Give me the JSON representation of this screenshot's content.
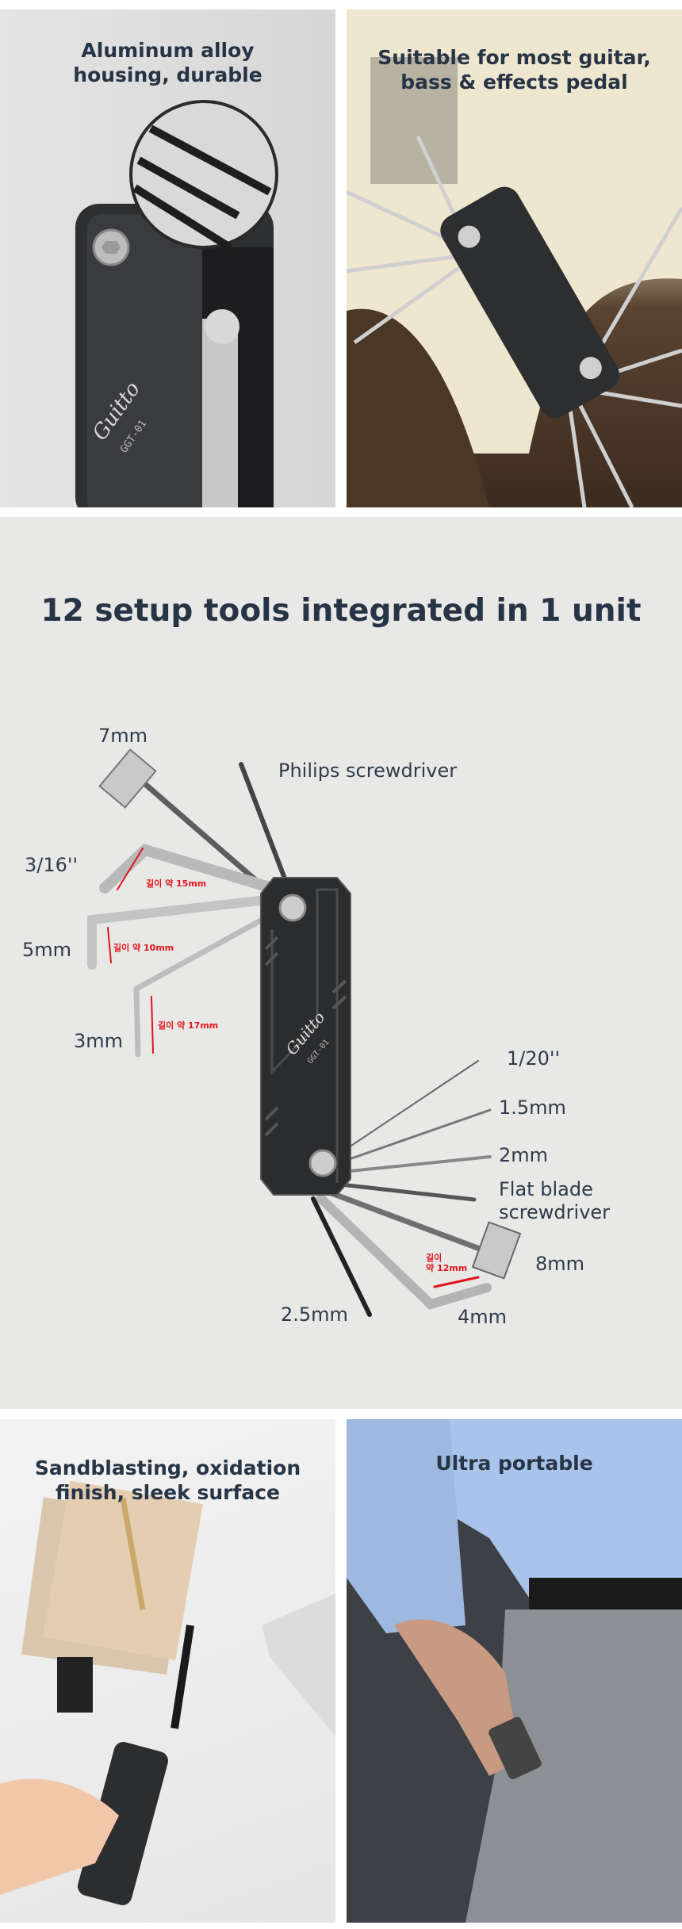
{
  "panels": {
    "top_left": {
      "caption_line1": "Aluminum alloy",
      "caption_line2": "housing, durable",
      "brand": "Guitto",
      "model": "GGT-01"
    },
    "top_right": {
      "caption_line1": "Suitable for most guitar,",
      "caption_line2": "bass & effects pedal"
    },
    "bottom_left": {
      "caption_line1": "Sandblasting, oxidation",
      "caption_line2": "finish, sleek surface"
    },
    "bottom_right": {
      "caption": "Ultra portable"
    }
  },
  "diagram": {
    "title": "12 setup tools integrated in 1 unit",
    "brand": "Guitto",
    "model": "GGT-01",
    "labels": {
      "mm7": "7mm",
      "philips": "Philips screwdriver",
      "in3_16": "3/16''",
      "mm5": "5mm",
      "mm3": "3mm",
      "in1_20": "1/20''",
      "mm1_5": "1.5mm",
      "mm2": "2mm",
      "flat_line1": "Flat blade",
      "flat_line2": "screwdriver",
      "mm8": "8mm",
      "mm4": "4mm",
      "mm2_5": "2.5mm"
    },
    "length_notes": {
      "n15": "길이 약 15mm",
      "n10": "길이 약 10mm",
      "n17": "길이 약 17mm",
      "n12_line1": "길이",
      "n12_line2": "약 12mm"
    },
    "accent_color": "#e0141a"
  }
}
